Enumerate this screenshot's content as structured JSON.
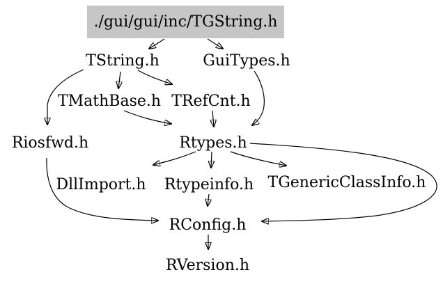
{
  "diagram": {
    "type": "include-dependency-graph",
    "root": {
      "label": "./gui/gui/inc/TGString.h",
      "fill_color": "#c6c6c6"
    },
    "nodes": [
      {
        "id": "tstring",
        "label": "TString.h"
      },
      {
        "id": "guitypes",
        "label": "GuiTypes.h"
      },
      {
        "id": "tmathbase",
        "label": "TMathBase.h"
      },
      {
        "id": "trefcnt",
        "label": "TRefCnt.h"
      },
      {
        "id": "riosfwd",
        "label": "Riosfwd.h"
      },
      {
        "id": "rtypes",
        "label": "Rtypes.h"
      },
      {
        "id": "dllimport",
        "label": "DllImport.h"
      },
      {
        "id": "rtypeinfo",
        "label": "Rtypeinfo.h"
      },
      {
        "id": "tgenericclassinfo",
        "label": "TGenericClassInfo.h"
      },
      {
        "id": "rconfig",
        "label": "RConfig.h"
      },
      {
        "id": "rversion",
        "label": "RVersion.h"
      }
    ],
    "edges": [
      {
        "from": "./gui/gui/inc/TGString.h",
        "to": "TString.h"
      },
      {
        "from": "./gui/gui/inc/TGString.h",
        "to": "GuiTypes.h"
      },
      {
        "from": "TString.h",
        "to": "TMathBase.h"
      },
      {
        "from": "TString.h",
        "to": "TRefCnt.h"
      },
      {
        "from": "TString.h",
        "to": "Riosfwd.h"
      },
      {
        "from": "GuiTypes.h",
        "to": "Rtypes.h"
      },
      {
        "from": "TMathBase.h",
        "to": "Rtypes.h"
      },
      {
        "from": "TRefCnt.h",
        "to": "Rtypes.h"
      },
      {
        "from": "Rtypes.h",
        "to": "DllImport.h"
      },
      {
        "from": "Rtypes.h",
        "to": "Rtypeinfo.h"
      },
      {
        "from": "Rtypes.h",
        "to": "TGenericClassInfo.h"
      },
      {
        "from": "Rtypes.h",
        "to": "RConfig.h"
      },
      {
        "from": "Riosfwd.h",
        "to": "RConfig.h"
      },
      {
        "from": "Rtypeinfo.h",
        "to": "RConfig.h"
      },
      {
        "from": "RConfig.h",
        "to": "RVersion.h"
      }
    ],
    "colors": {
      "background": "#ffffff",
      "edge": "#000000",
      "text": "#000000",
      "root_fill": "#c6c6c6"
    }
  }
}
